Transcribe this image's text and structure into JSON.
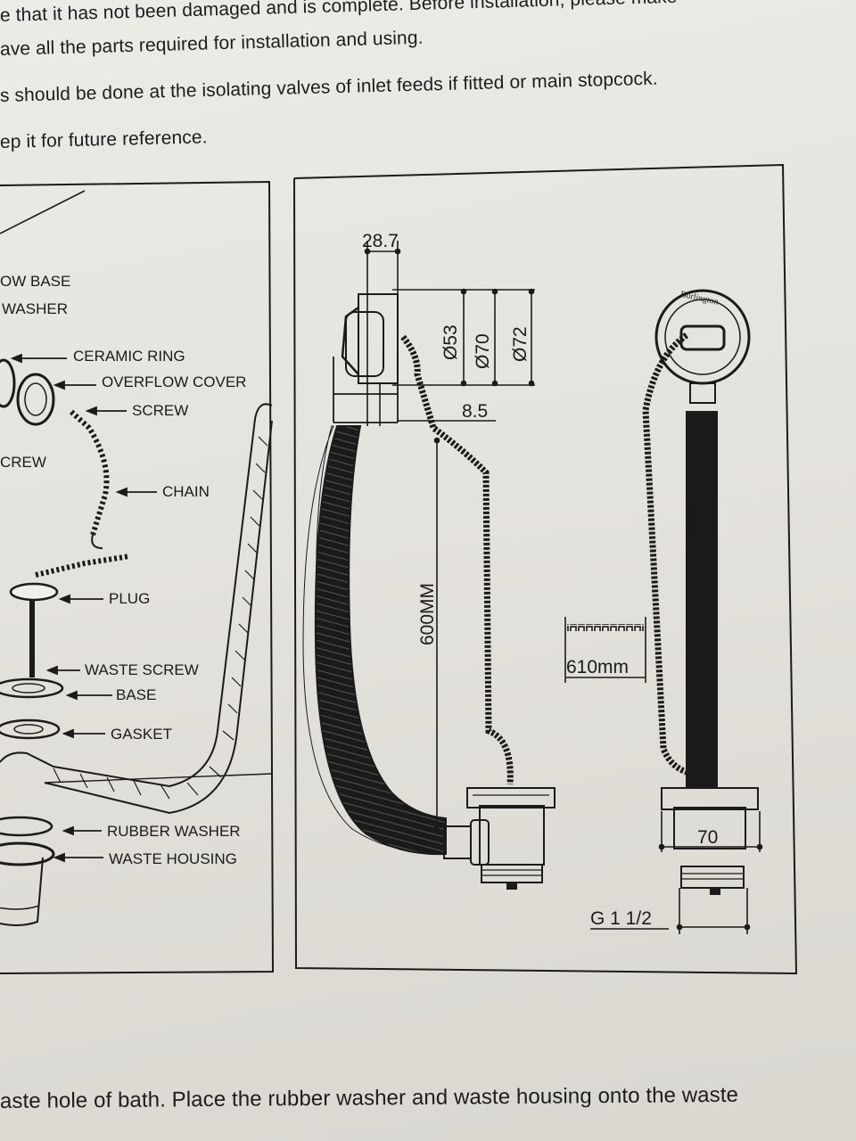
{
  "intro": {
    "line1": "e that it has not been damaged and is complete. Before installation, please make",
    "line2": "ave all the parts required for installation and using.",
    "line3": "s should be done at  the isolating valves of inlet feeds if fitted or main stopcock.",
    "line4": "ep it for future reference."
  },
  "footer_text": "aste hole of bath. Place the rubber washer and waste housing onto the waste",
  "parts": {
    "overflow_base": "OW BASE",
    "washer": "WASHER",
    "ceramic_ring": "CERAMIC RING",
    "overflow_cover": "OVERFLOW COVER",
    "screw": "SCREW",
    "crew": "CREW",
    "chain": "CHAIN",
    "plug": "PLUG",
    "waste_screw": "WASTE SCREW",
    "base": "BASE",
    "gasket": "GASKET",
    "rubber_washer": "RUBBER WASHER",
    "waste_housing": "WASTE HOUSING"
  },
  "dimensions": {
    "width_top": "28.7",
    "dia_53": "Ø53",
    "dia_70": "Ø70",
    "dia_72": "Ø72",
    "offset": "8.5",
    "length": "600MM",
    "chain_length": "610mm",
    "housing_width": "70",
    "thread": "G 1 1/2"
  },
  "brand_mark": "Burlington"
}
